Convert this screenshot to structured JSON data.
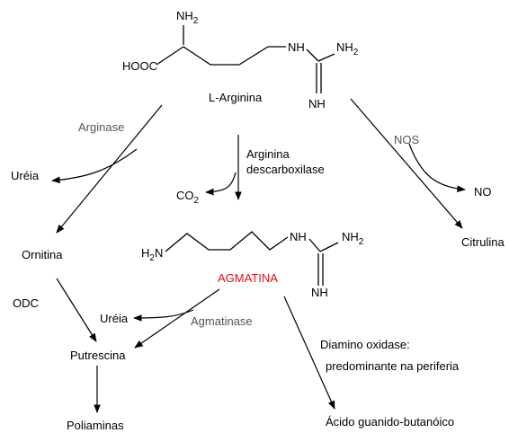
{
  "arginine": {
    "nh2_top": "NH",
    "nh2_top_sub": "2",
    "hooc": "HOOC",
    "nh": "NH",
    "nh2_right": "NH",
    "nh2_right_sub": "2",
    "nh_bottom": "NH",
    "name": "L-Arginina"
  },
  "arginase_branch": {
    "enzyme": "Arginase",
    "byproduct": "Uréia",
    "product": "Ornitina"
  },
  "decarboxylase_branch": {
    "enzyme_line1": "Arginina",
    "enzyme_line2": "descarboxilase",
    "byproduct": "CO",
    "byproduct_sub": "2"
  },
  "nos_branch": {
    "enzyme": "NOS",
    "byproduct": "NO",
    "product": "Citrulina"
  },
  "agmatine": {
    "h2n": "H",
    "h2n_sub": "2",
    "h2n_n": "N",
    "nh": "NH",
    "nh2": "NH",
    "nh2_sub": "2",
    "nh_bottom": "NH",
    "name": "AGMATINA",
    "name_color": "#e01010"
  },
  "odc_branch": {
    "enzyme": "ODC",
    "product": "Putrescina",
    "final": "Poliaminas"
  },
  "agmatinase_branch": {
    "enzyme": "Agmatinase",
    "byproduct": "Uréia"
  },
  "diamine_branch": {
    "enzyme_line1": "Diamino oxidase:",
    "enzyme_line2": "predominante na periferia",
    "product": "Ácido guanido-butanóico"
  }
}
